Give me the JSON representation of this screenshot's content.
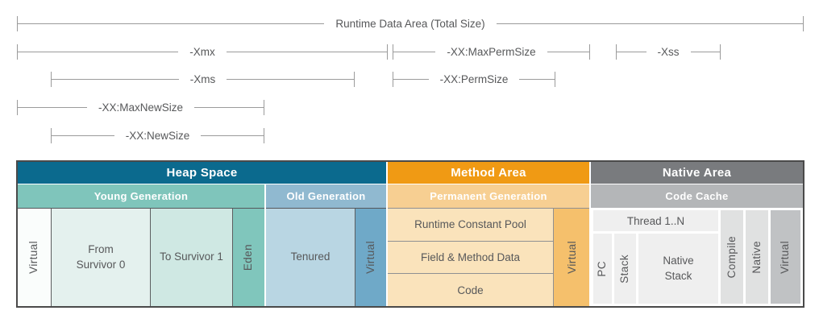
{
  "brackets": {
    "runtime_data_area": {
      "label": "Runtime Data Area (Total Size)"
    },
    "xmx": {
      "label": "-Xmx"
    },
    "max_perm_size": {
      "label": "-XX:MaxPermSize"
    },
    "xss": {
      "label": "-Xss"
    },
    "xms": {
      "label": "-Xms"
    },
    "perm_size": {
      "label": "-XX:PermSize"
    },
    "max_new_size": {
      "label": "-XX:MaxNewSize"
    },
    "new_size": {
      "label": "-XX:NewSize"
    }
  },
  "table": {
    "heap": {
      "header": "Heap Space",
      "young": {
        "band": "Young Generation",
        "cells": {
          "virtual": "Virtual",
          "from_survivor": "From Survivor 0",
          "to_survivor": "To Survivor 1",
          "eden": "Eden"
        }
      },
      "old": {
        "band": "Old Generation",
        "cells": {
          "tenured": "Tenured",
          "virtual": "Virtual"
        }
      }
    },
    "method": {
      "header": "Method Area",
      "band": "Permanent Generation",
      "rows": {
        "runtime_constant_pool": "Runtime Constant Pool",
        "field_method_data": "Field & Method Data",
        "code": "Code"
      },
      "virtual": "Virtual"
    },
    "native": {
      "header": "Native Area",
      "band": "Code Cache",
      "thread": "Thread 1..N",
      "cells": {
        "pc": "PC",
        "stack": "Stack",
        "native_stack": "Native Stack",
        "compile": "Compile",
        "native": "Native",
        "virtual": "Virtual"
      }
    }
  },
  "colors": {
    "heap_header": "#0b6a8e",
    "young_band": "#7fc5bb",
    "old_band": "#90b9d0",
    "method_header": "#f09a14",
    "perm_band": "#f7cf92",
    "native_header": "#797b7e",
    "code_cache_band": "#b4b6b8",
    "virtual_heap_left": "#fafdfc",
    "from_survivor": "#e4f1ee",
    "to_survivor": "#cfe8e3",
    "eden": "#80c6bc",
    "tenured": "#b9d6e3",
    "virtual_old": "#6fa9c8",
    "method_rows": "#fae3bb",
    "virtual_method": "#f5c06c",
    "thread_cells": "#efefef",
    "compile_native_cells": "#e0e1e1",
    "virtual_native": "#c0c2c4",
    "bracket_line": "#9b9b9b",
    "text_dark": "#57585a",
    "border_dark": "#4a4a4a"
  }
}
